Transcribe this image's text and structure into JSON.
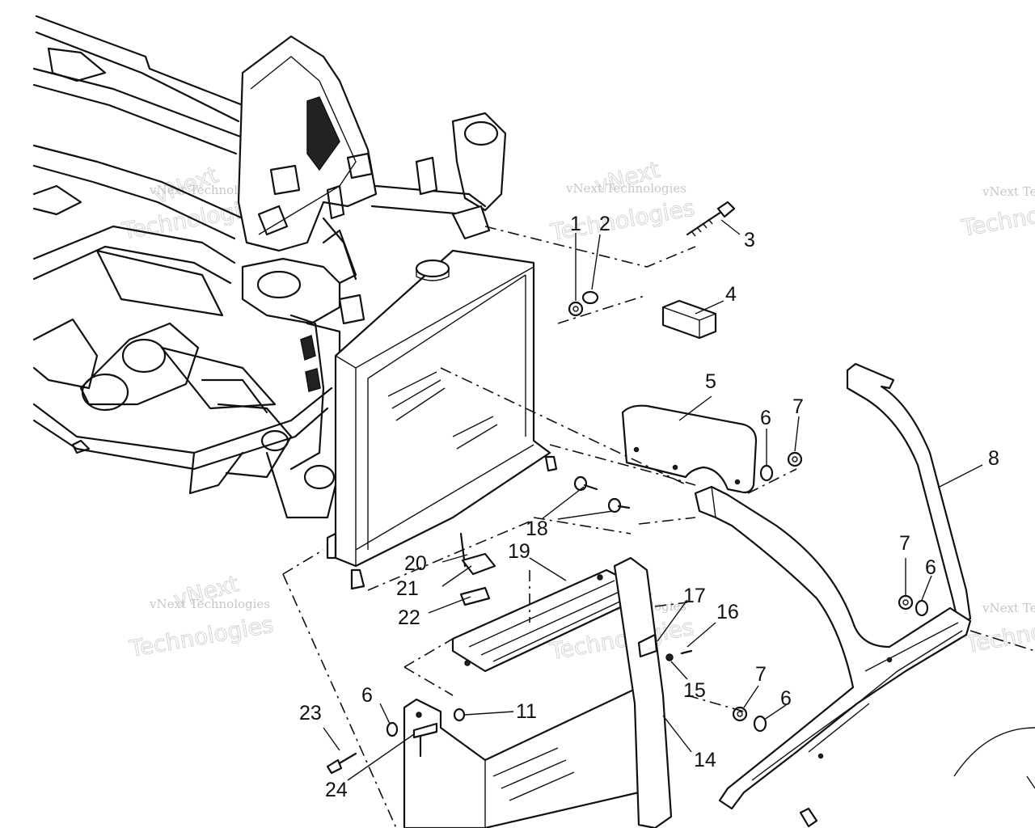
{
  "watermark": {
    "small": "vNext Technologies",
    "big_top": "vNext",
    "big_bottom": "Technologies"
  },
  "callouts": [
    "1",
    "2",
    "3",
    "4",
    "5",
    "6",
    "7",
    "8",
    "18",
    "20",
    "19",
    "21",
    "22",
    "17",
    "16",
    "15",
    "11",
    "6",
    "23",
    "24",
    "14",
    "7",
    "6",
    "7",
    "6"
  ]
}
